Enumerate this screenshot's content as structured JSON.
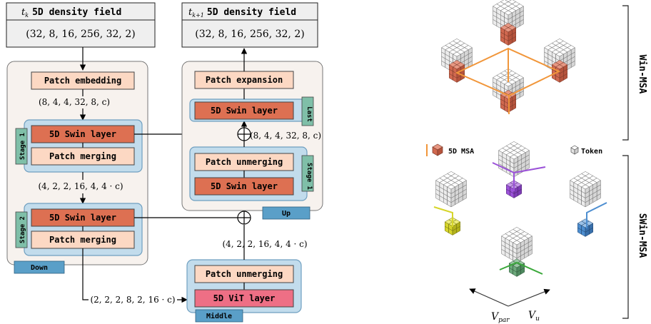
{
  "input": {
    "label_prefix": "t",
    "label_sub": "k",
    "label_title": "5D density field",
    "shape": "(32, 8, 16, 256, 32, 2)"
  },
  "output": {
    "label_prefix": "t",
    "label_sub": "k+1",
    "label_title": "5D density field",
    "shape": "(32, 8, 16, 256, 32, 2)"
  },
  "down": {
    "tag": "Down",
    "patch_embedding": "Patch embedding",
    "shape_after_embedding": "(8, 4, 4, 32, 8, c)",
    "stage1": {
      "tag": "Stage 1",
      "swin": "5D Swin layer",
      "merge": "Patch merging"
    },
    "shape_after_stage1": "(4, 2, 2, 16, 4, 4 · c)",
    "stage2": {
      "tag": "Stage 2",
      "swin": "5D Swin layer",
      "merge": "Patch merging"
    }
  },
  "middle": {
    "tag": "Middle",
    "unmerge": "Patch unmerging",
    "vit": "5D ViT layer",
    "shape_in": "(2, 2, 2, 8, 2, 16 · c)",
    "shape_out": "(4, 2, 2, 16, 4, 4 · c)"
  },
  "up": {
    "tag": "Up",
    "patch_expansion": "Patch expansion",
    "last": {
      "tag": "Last",
      "swin": "5D Swin layer"
    },
    "shape_skip": "(8, 4, 4, 32, 8, c)",
    "stage1": {
      "tag": "Stage 1",
      "unmerge": "Patch unmerging",
      "swin": "5D Swin layer"
    }
  },
  "right_panel": {
    "win_msa": "Win-MSA",
    "swin_msa": "SWin-MSA",
    "legend_msa": "5D MSA",
    "legend_token": "Token",
    "axis_v_par": "V",
    "axis_v_par_sub": "par",
    "axis_v_u": "V",
    "axis_v_u_sub": "u"
  },
  "colors": {
    "box_gray": "#efefef",
    "panel_bg": "#f7f2ee",
    "stage_blue": "#c2dcec",
    "stage_border": "#6f9fc0",
    "swin_red": "#dd7052",
    "merge_peach": "#fcd8c3",
    "vit_pink": "#ee6f85",
    "tag_teal": "#7fbfa8",
    "tag_blue": "#5a9fc8",
    "orange": "#f1963a",
    "purple": "#9b52d8",
    "yellow": "#d6d52a",
    "blue": "#4d8ed0",
    "green": "#3aa83a"
  }
}
